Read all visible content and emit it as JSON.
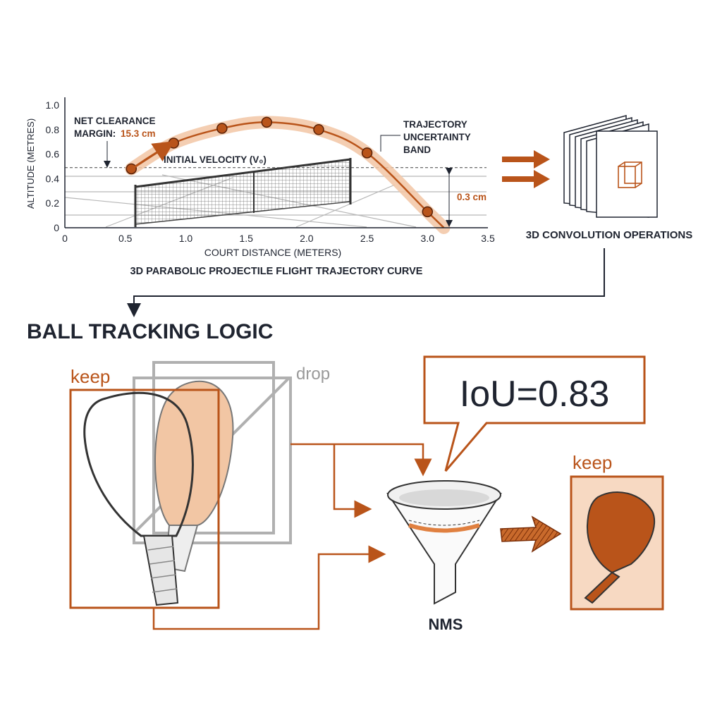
{
  "colors": {
    "accent": "#b9541a",
    "accent_light": "#f2c6a4",
    "ink": "#1f2430",
    "gray": "#9a9a9a"
  },
  "chart_data": {
    "type": "scatter",
    "title": "3D PARABOLIC PROJECTILE FLIGHT TRAJECTORY CURVE",
    "xlabel": "COURT DISTANCE (METERS)",
    "ylabel": "ALTITUDE (METRES)",
    "xlim": [
      0,
      3.5
    ],
    "ylim": [
      0,
      1.0
    ],
    "xticks": [
      "0",
      "0.5",
      "1.0",
      "1.5",
      "2.0",
      "2.5",
      "3.0",
      "3.5"
    ],
    "yticks": [
      "0",
      "0.2",
      "0.4",
      "0.6",
      "0.8",
      "1.0"
    ],
    "x": [
      0.55,
      0.9,
      1.3,
      1.67,
      2.1,
      2.5,
      3.0
    ],
    "y": [
      0.48,
      0.69,
      0.81,
      0.86,
      0.8,
      0.61,
      0.13
    ],
    "net_line_y": 0.49,
    "annotations": {
      "net_clearance_line1": "NET CLEARANCE",
      "net_clearance_line2": "MARGIN:",
      "net_clearance_value": "15.3 cm",
      "initial_velocity": "INITIAL VELOCITY (V₀)",
      "uncertainty_line1": "TRAJECTORY",
      "uncertainty_line2": "UNCERTAINTY",
      "uncertainty_line3": "BAND",
      "height_value": "0.3 cm"
    },
    "grid": false
  },
  "conv": {
    "label": "3D CONVOLUTION OPERATIONS"
  },
  "section": {
    "title": "BALL TRACKING LOGIC"
  },
  "nms": {
    "keep_left": "keep",
    "drop": "drop",
    "iou": "IoU=0.83",
    "funnel_label": "NMS",
    "keep_right": "keep"
  }
}
